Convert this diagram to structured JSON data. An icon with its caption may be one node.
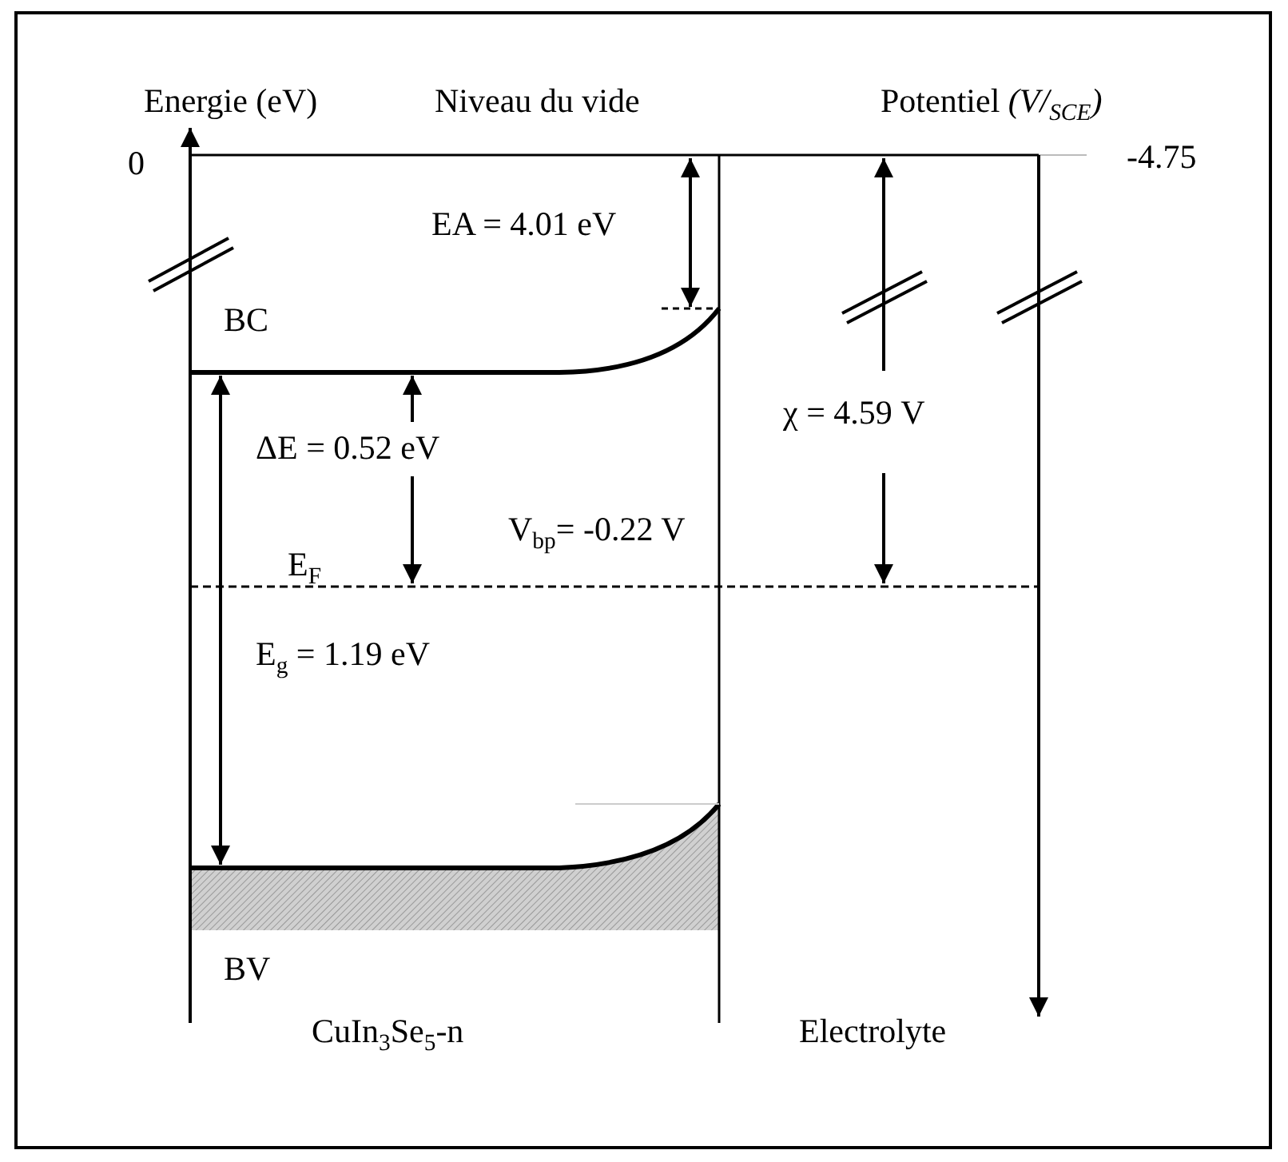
{
  "diagram": {
    "labels": [
      "Energie (eV)",
      "Niveau du vide",
      "Potentiel *(V/*$_{SCE}$*)*",
      "0",
      "-4.75",
      "EA = 4.01 eV",
      "BC",
      "ΔE = 0.52 eV",
      "χ = 4.59 V",
      "V$_{bp}$= -0.22 V",
      "E$_{F}$",
      "E$_{g}$ = 1.19 eV",
      "BV",
      "CuIn$_{3}$Se$_{5}$-n",
      "Electrolyte"
    ]
  }
}
